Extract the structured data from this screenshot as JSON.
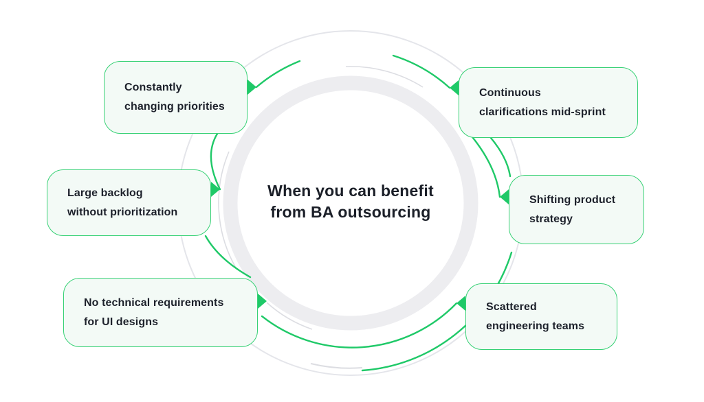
{
  "diagram": {
    "title": {
      "line1": "When you can benefit",
      "line2": "from BA outsourcing"
    },
    "boxes": [
      {
        "id": "constantly-changing-priorities",
        "line1": "Constantly",
        "line2": "changing priorities"
      },
      {
        "id": "large-backlog",
        "line1": "Large backlog",
        "line2": "without prioritization"
      },
      {
        "id": "no-technical-requirements",
        "line1": "No technical requirements",
        "line2": "for UI designs"
      },
      {
        "id": "continuous-clarifications",
        "line1": "Continuous",
        "line2": "clarifications mid-sprint"
      },
      {
        "id": "shifting-product-strategy",
        "line1": "Shifting product",
        "line2": "strategy"
      },
      {
        "id": "scattered-engineering-teams",
        "line1": "Scattered",
        "line2": "engineering teams"
      }
    ],
    "colors": {
      "accent_green": "#1fc968",
      "box_border": "#37d175",
      "box_background": "#f3faf6",
      "ring_gray": "#ededf0",
      "faint_arc_gray": "#e4e5ea",
      "mid_arc_gray": "#dcdde2",
      "text_dark": "#1d212b"
    }
  }
}
